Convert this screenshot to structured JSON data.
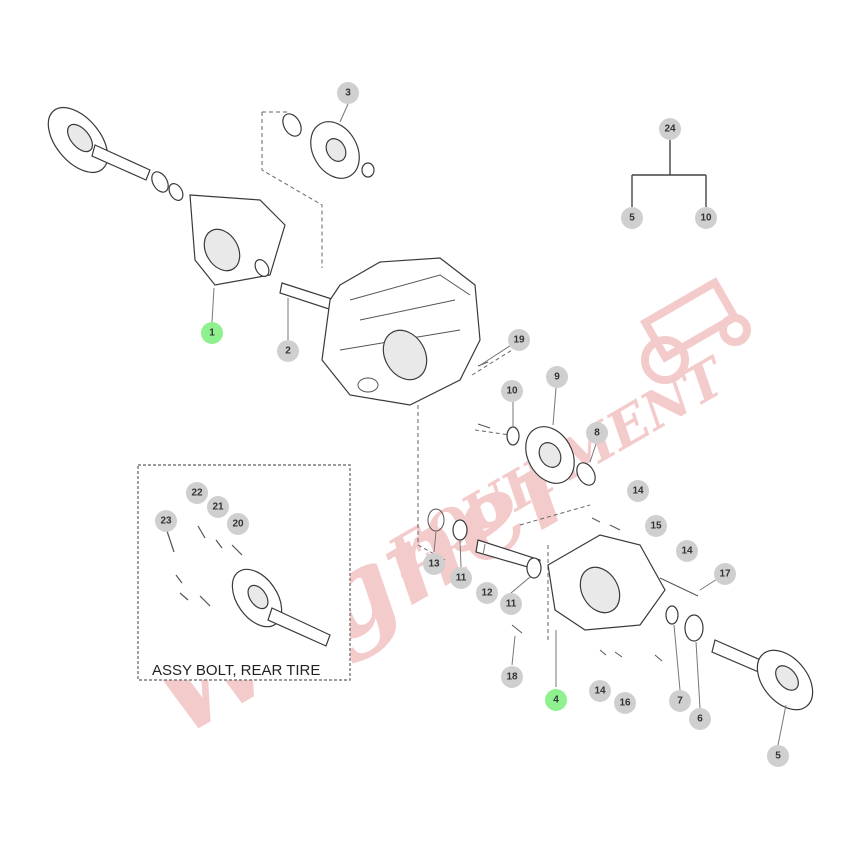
{
  "watermark": {
    "brand": "Wagner",
    "word": "EQUIPMENT",
    "color": "#f3c2c2"
  },
  "inset": {
    "label": "ASSY BOLT, REAR TIRE"
  },
  "colors": {
    "callout_gray": "#cfcfcf",
    "callout_green": "#8ff08f",
    "line": "#3a3a3a"
  },
  "callouts": [
    {
      "id": "c1",
      "label": "1",
      "color": "green"
    },
    {
      "id": "c2",
      "label": "2",
      "color": "gray"
    },
    {
      "id": "c3",
      "label": "3",
      "color": "gray"
    },
    {
      "id": "c4",
      "label": "4",
      "color": "green"
    },
    {
      "id": "c5a",
      "label": "5",
      "color": "gray"
    },
    {
      "id": "c5b",
      "label": "5",
      "color": "gray"
    },
    {
      "id": "c6",
      "label": "6",
      "color": "gray"
    },
    {
      "id": "c7",
      "label": "7",
      "color": "gray"
    },
    {
      "id": "c8",
      "label": "8",
      "color": "gray"
    },
    {
      "id": "c9",
      "label": "9",
      "color": "gray"
    },
    {
      "id": "c10a",
      "label": "10",
      "color": "gray"
    },
    {
      "id": "c10b",
      "label": "10",
      "color": "gray"
    },
    {
      "id": "c11a",
      "label": "11",
      "color": "gray"
    },
    {
      "id": "c11b",
      "label": "11",
      "color": "gray"
    },
    {
      "id": "c12",
      "label": "12",
      "color": "gray"
    },
    {
      "id": "c13",
      "label": "13",
      "color": "gray"
    },
    {
      "id": "c14a",
      "label": "14",
      "color": "gray"
    },
    {
      "id": "c14b",
      "label": "14",
      "color": "gray"
    },
    {
      "id": "c14c",
      "label": "14",
      "color": "gray"
    },
    {
      "id": "c15",
      "label": "15",
      "color": "gray"
    },
    {
      "id": "c16",
      "label": "16",
      "color": "gray"
    },
    {
      "id": "c17",
      "label": "17",
      "color": "gray"
    },
    {
      "id": "c18",
      "label": "18",
      "color": "gray"
    },
    {
      "id": "c19",
      "label": "19",
      "color": "gray"
    },
    {
      "id": "c20",
      "label": "20",
      "color": "gray"
    },
    {
      "id": "c21",
      "label": "21",
      "color": "gray"
    },
    {
      "id": "c22",
      "label": "22",
      "color": "gray"
    },
    {
      "id": "c23",
      "label": "23",
      "color": "gray"
    },
    {
      "id": "c24",
      "label": "24",
      "color": "gray"
    }
  ]
}
